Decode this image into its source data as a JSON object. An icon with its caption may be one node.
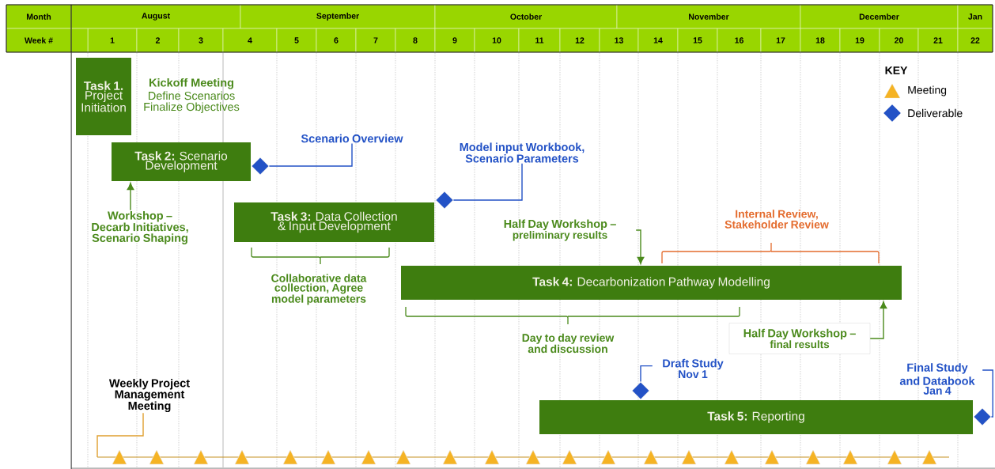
{
  "diagram": {
    "nodes": [
      {
        "text": [
          "**Task 1.** Project Initiation"
        ],
        "beside": [
          "Kickoff Meeting",
          "Define Scenarios",
          "Finalize Objectives"
        ]
      },
      {
        "text": [
          "**Task 2:** Scenario Development"
        ]
      },
      {
        "text": [
          "**Task 3:** Data Collection & Input Development"
        ]
      },
      {
        "text": [
          "**Task 4:** Decarbonization Pathway Modelling"
        ]
      },
      {
        "text": [
          "**Task 5:** Reporting"
        ]
      },
      {
        "text": [],
        "shape": "diamond"
      },
      {
        "text": [
          "Scenario Overview"
        ]
      },
      {
        "text": [],
        "shape": "diamond"
      },
      {
        "text": [
          "Model input Workbook, Scenario Parameters"
        ]
      },
      {
        "text": [
          "Workshop – Decarb Initiatives, Scenario Shaping"
        ]
      },
      {
        "text": [
          "Half Day Workshop –",
          "preliminary results"
        ]
      },
      {
        "text": [
          "Half Day Workshop –",
          "final results"
        ]
      },
      {
        "text": [],
        "shape": "diamond"
      },
      {
        "text": [
          "Draft Study",
          "Nov 1"
        ]
      },
      {
        "text": [],
        "shape": "diamond"
      },
      {
        "text": [
          "Final Study and Databook",
          "Jan 4"
        ]
      },
      {
        "text": [
          "Weekly Project Management Meeting"
        ]
      }
    ],
    "edges": [
      {
        "from": 9,
        "to": 1,
        "arrow": "to",
        "color": "#4b8a1c"
      },
      {
        "from": 6,
        "to": 5,
        "arrow": "none"
      },
      {
        "from": 8,
        "to": 7,
        "arrow": "none"
      },
      {
        "from": 10,
        "to": 3,
        "arrow": "to",
        "color": "#4b8a1c"
      },
      {
        "from": 11,
        "to": 3,
        "arrow": "to",
        "color": "#4b8a1c"
      },
      {
        "from": 13,
        "to": 12,
        "arrow": "none"
      },
      {
        "from": 15,
        "to": 14,
        "arrow": "none"
      },
      {
        "from": 16,
        "to": null,
        "arrow": "none",
        "color": "#e0a030"
      }
    ],
    "labels": [
      "Month",
      "August",
      "September",
      "October",
      "November",
      "December",
      "Jan",
      "Week #",
      "1",
      "2",
      "3",
      "4",
      "5",
      "6",
      "7",
      "8",
      "9",
      "10",
      "11",
      "12",
      "13",
      "14",
      "15",
      "16",
      "17",
      "18",
      "19",
      "20",
      "21",
      "22",
      "KEY",
      "Internal Review, Stakeholder Review",
      "Collaborative data collection, Agree model parameters",
      "Day to day review and discussion"
    ],
    "legend": [
      {
        "text": "Meeting"
      },
      {
        "text": "Deliverable"
      }
    ]
  }
}
